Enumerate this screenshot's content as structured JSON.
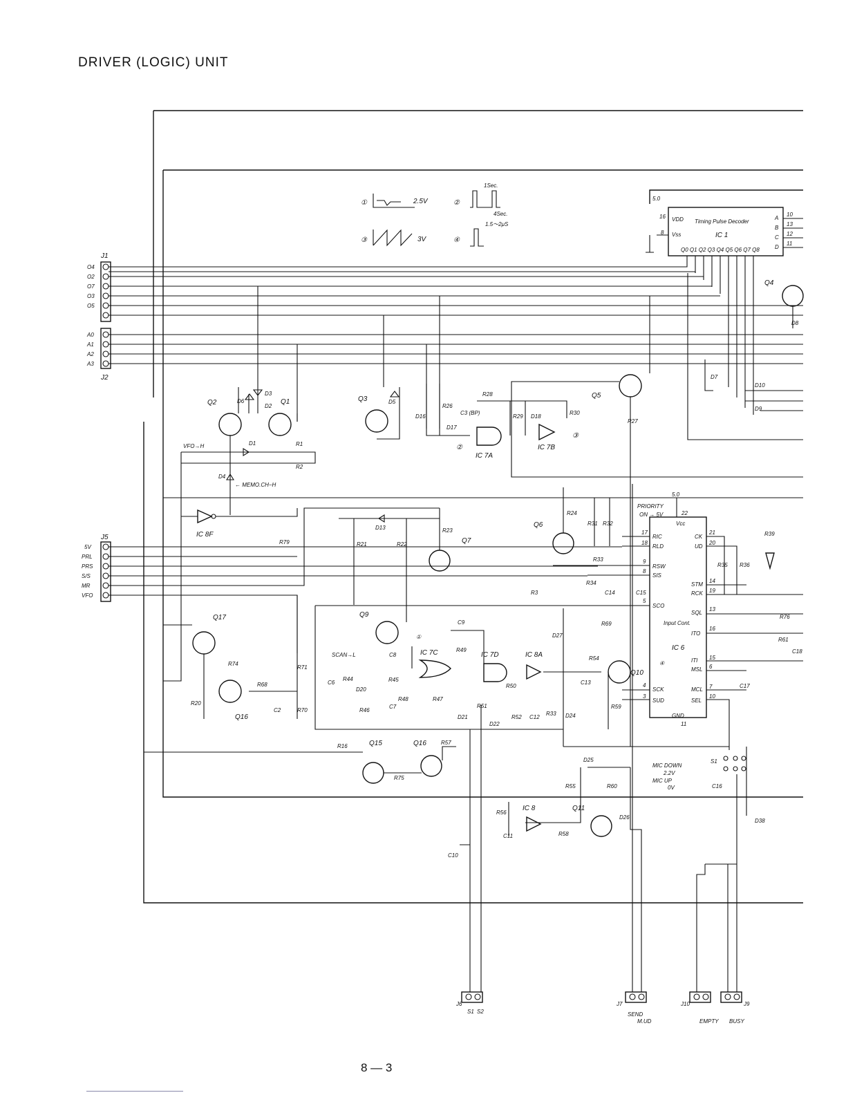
{
  "title": "DRIVER (LOGIC) UNIT",
  "page_number": "8 — 3",
  "waveforms": [
    {
      "id": "①",
      "annot": "2.5V"
    },
    {
      "id": "②",
      "annot_top": "1Sec.",
      "annot_mid": "4Sec."
    },
    {
      "id": "③",
      "annot": "3V"
    },
    {
      "id": "④",
      "annot_top": "1.5～2μS"
    }
  ],
  "ic1": {
    "name": "IC 1",
    "subtitle": "Timing Pulse Decoder",
    "supply": "5.0",
    "vdd": "VDD",
    "vss": "Vss",
    "pin_vdd": "16",
    "pin_vss": "8",
    "outputs": [
      "A",
      "B",
      "C",
      "D"
    ],
    "output_pins": [
      "10",
      "13",
      "12",
      "11"
    ],
    "q_label": "Q0 Q1 Q2 Q3 Q4 Q5 Q6 Q7 Q8"
  },
  "ic6": {
    "name": "IC 6",
    "supply": "5.0",
    "vcc": "Vcc",
    "gnd": "GND",
    "center": "Input Cont.",
    "left_pins": [
      {
        "n": "17",
        "l": "RIC"
      },
      {
        "n": "18",
        "l": "RLD"
      },
      {
        "n": "9",
        "l": "RSW"
      },
      {
        "n": "8",
        "l": "SIS"
      },
      {
        "n": "5",
        "l": "SCO"
      },
      {
        "n": "4",
        "l": "SCK"
      },
      {
        "n": "3",
        "l": "SUD"
      }
    ],
    "right_pins": [
      {
        "n": "21",
        "l": "CK"
      },
      {
        "n": "20",
        "l": "UD"
      },
      {
        "n": "14",
        "l": "STM"
      },
      {
        "n": "19",
        "l": "RCK"
      },
      {
        "n": "13",
        "l": "SQL"
      },
      {
        "n": "16",
        "l": "ITO"
      },
      {
        "n": "15",
        "l": "ITI"
      },
      {
        "n": "6",
        "l": "MSL"
      },
      {
        "n": "7",
        "l": "MCL"
      },
      {
        "n": "10",
        "l": "SEL"
      }
    ],
    "pin_vcc": "22",
    "pin_gnd": "11",
    "priority": "PRIORITY",
    "priority_on": "ON → 5V"
  },
  "connectors": {
    "j1": {
      "name": "J1",
      "pins": [
        "O4",
        "O2",
        "O7",
        "O3",
        "O5",
        ""
      ]
    },
    "j2": {
      "name": "J2",
      "pins": [
        "A0",
        "A1",
        "A2",
        "A3"
      ]
    },
    "j5": {
      "name": "J5",
      "pins": [
        "5V",
        "PRL",
        "PRS",
        "S/S",
        "MR",
        "VFO"
      ]
    },
    "j6": {
      "name": "J6",
      "pins": [
        "S1",
        "S2"
      ]
    },
    "j7": {
      "name": "J7",
      "pins": [
        "SEND",
        "M.UD"
      ]
    },
    "j10": {
      "name": "J10",
      "pins": [
        "EMPTY"
      ]
    },
    "j9": {
      "name": "J9",
      "pins": [
        "BUSY"
      ]
    }
  },
  "transistors": [
    "Q1",
    "Q2",
    "Q3",
    "Q4",
    "Q5",
    "Q6",
    "Q7",
    "Q9",
    "Q10",
    "Q11",
    "Q15",
    "Q16",
    "Q16",
    "Q17"
  ],
  "gates": [
    "IC7A",
    "IC7B",
    "IC7C",
    "IC7D",
    "IC8A",
    "IC8F",
    "IC8"
  ],
  "diodes": [
    "D1",
    "D2",
    "D3",
    "D4",
    "D5",
    "D6",
    "D7",
    "D8",
    "D9",
    "D10",
    "D13",
    "D16",
    "D17",
    "D18",
    "D20",
    "D21",
    "D22",
    "D24",
    "D25",
    "D26",
    "D27",
    "D38"
  ],
  "resistors": [
    "R1",
    "R2",
    "R3",
    "R16",
    "R20",
    "R21",
    "R22",
    "R23",
    "R24",
    "R26",
    "R27",
    "R28",
    "R29",
    "R30",
    "R31",
    "R32",
    "R33",
    "R33",
    "R34",
    "R35",
    "R36",
    "R39",
    "R44",
    "R45",
    "R46",
    "R47",
    "R48",
    "R49",
    "R50",
    "R51",
    "R52",
    "R54",
    "R55",
    "R56",
    "R57",
    "R58",
    "R59",
    "R60",
    "R61",
    "R68",
    "R69",
    "R70",
    "R71",
    "R74",
    "R75",
    "R76",
    "R79"
  ],
  "capacitors": [
    "C2",
    "C3 (BP)",
    "C6",
    "C7",
    "C8",
    "C9",
    "C10",
    "C11",
    "C12",
    "C13",
    "C14",
    "C15",
    "C16",
    "C17",
    "C18"
  ],
  "annotations": {
    "vfo_h": "VFO→H",
    "memo_ch_h": "← MEMO.CH−H",
    "scan_l": "SCAN→L",
    "mic_down": "MIC DOWN",
    "mic_down_v": "2.2V",
    "mic_up": "MIC UP",
    "mic_up_v": "0V",
    "switch": "S1"
  }
}
